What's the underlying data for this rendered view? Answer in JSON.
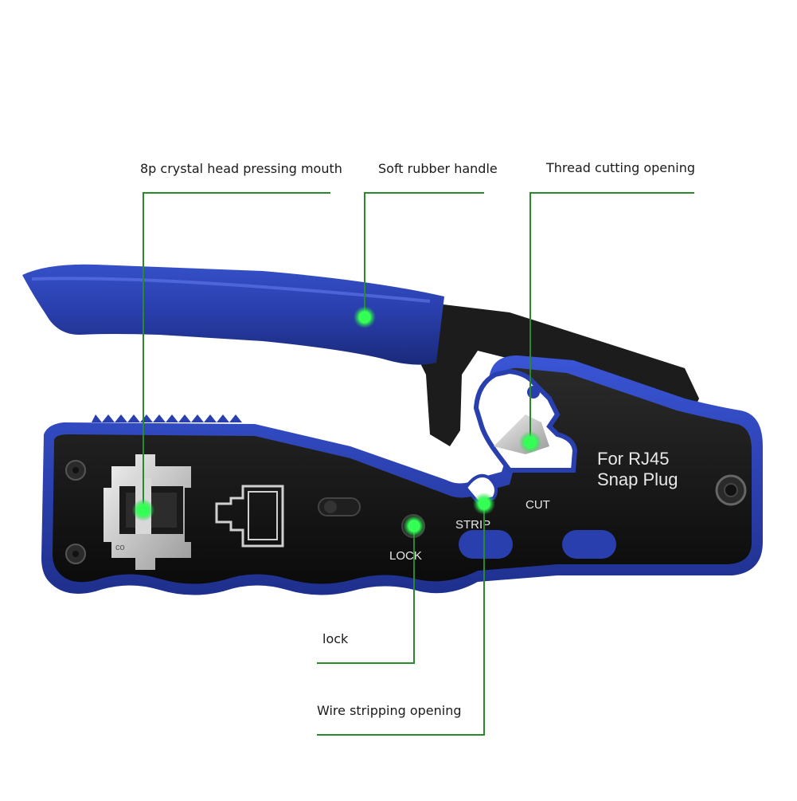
{
  "callouts": {
    "crimp_mouth": "8p crystal head pressing mouth",
    "handle": "Soft rubber handle",
    "cutting": "Thread cutting opening",
    "lock": "lock",
    "stripping": "Wire stripping opening"
  },
  "tool_text": {
    "model_line1": "For RJ45",
    "model_line2": "Snap Plug",
    "cut": "CUT",
    "strip": "STRIP",
    "lock": "LOCK",
    "port_mark": "co"
  },
  "colors": {
    "handle_blue": "#2a3fae",
    "body_black": "#141414",
    "callout_line": "#2a8a2a",
    "callout_dot": "#33ff55"
  }
}
